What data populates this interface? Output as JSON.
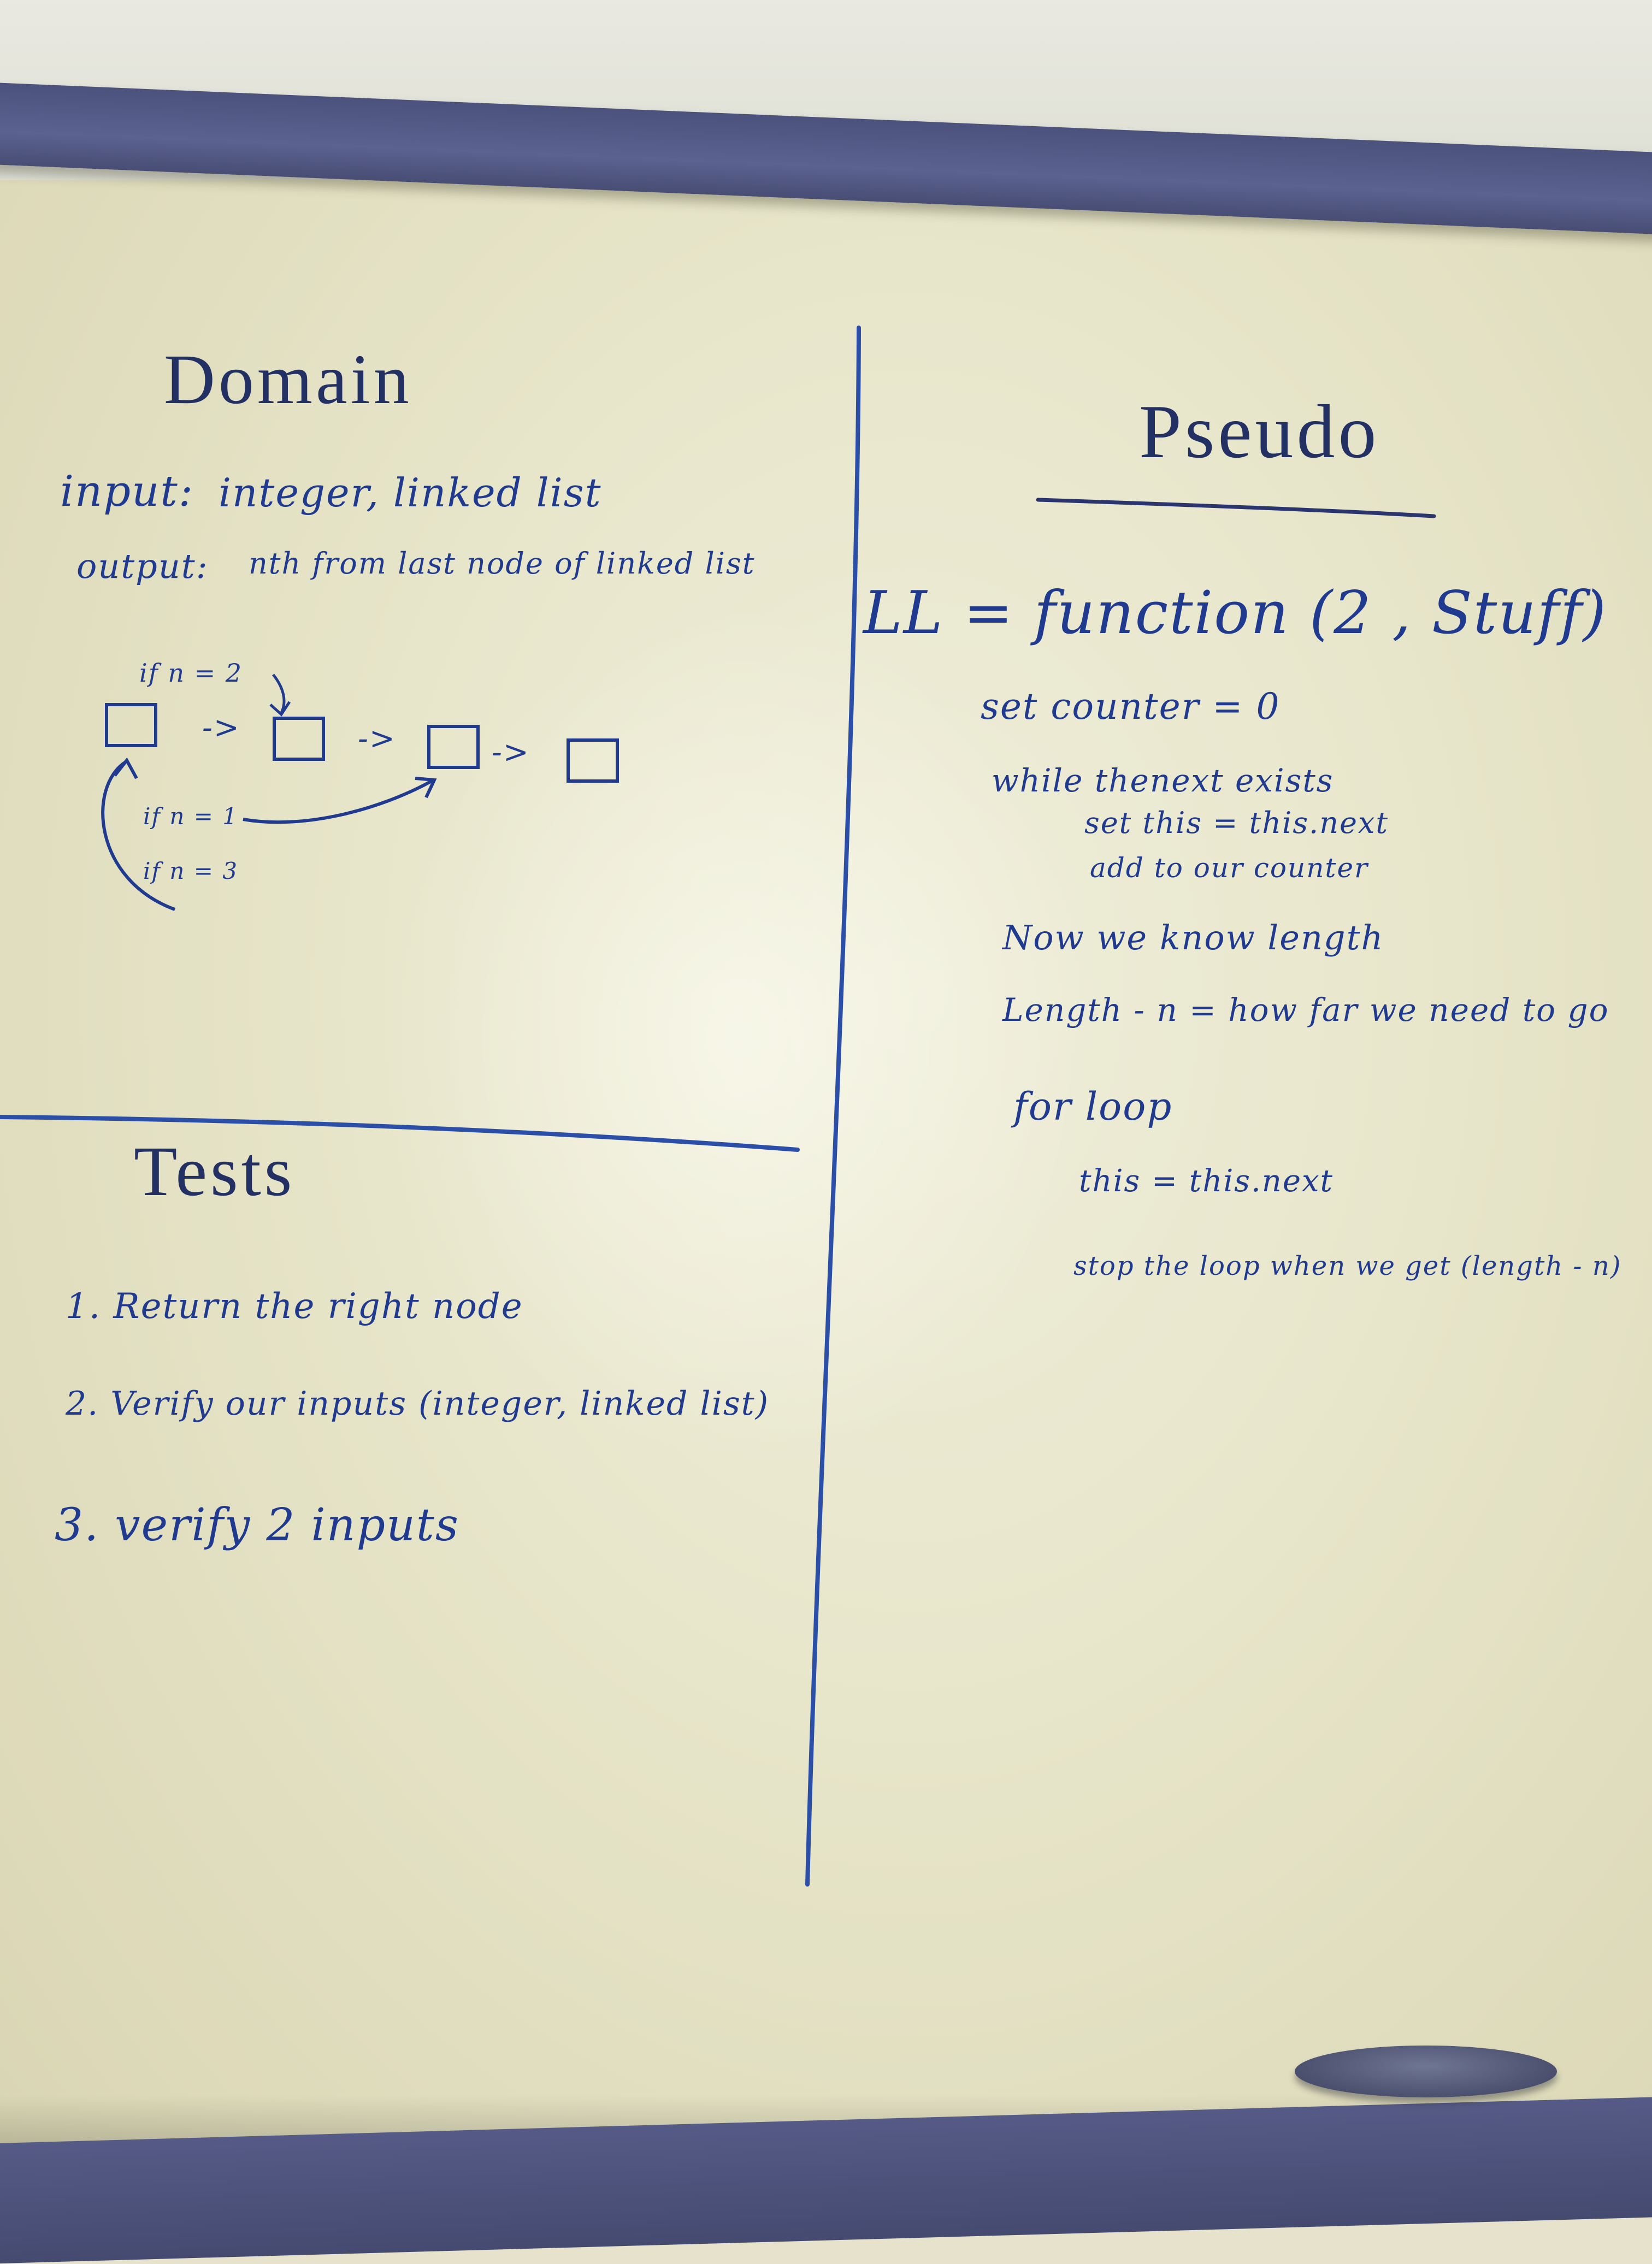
{
  "ink_color": "#1f3a8f",
  "board_color": "#e7e5c9",
  "frame_color": "#4e5582",
  "domain": {
    "heading": "Domain",
    "input_label": "input:",
    "input_value": "integer, linked list",
    "output_label": "output:",
    "output_value": "nth from last node of linked list",
    "diagram": {
      "if_n_2": "if n = 2",
      "if_n_1": "if n = 1",
      "if_n_3": "if n = 3",
      "arrow": "->",
      "node_count": 4
    }
  },
  "tests": {
    "heading": "Tests",
    "items": [
      "1. Return the right node",
      "2. Verify our inputs (integer, linked list)",
      "3. verify 2 inputs"
    ]
  },
  "pseudo": {
    "heading": "Pseudo",
    "lines": [
      "LL = function (2 , Stuff)",
      "set counter = 0",
      "while thenext exists",
      "set this = this.next",
      "add to our counter",
      "Now we know length",
      "Length - n = how far we need to go",
      "for loop",
      "this = this.next",
      "stop the loop when we get (length - n)"
    ]
  }
}
